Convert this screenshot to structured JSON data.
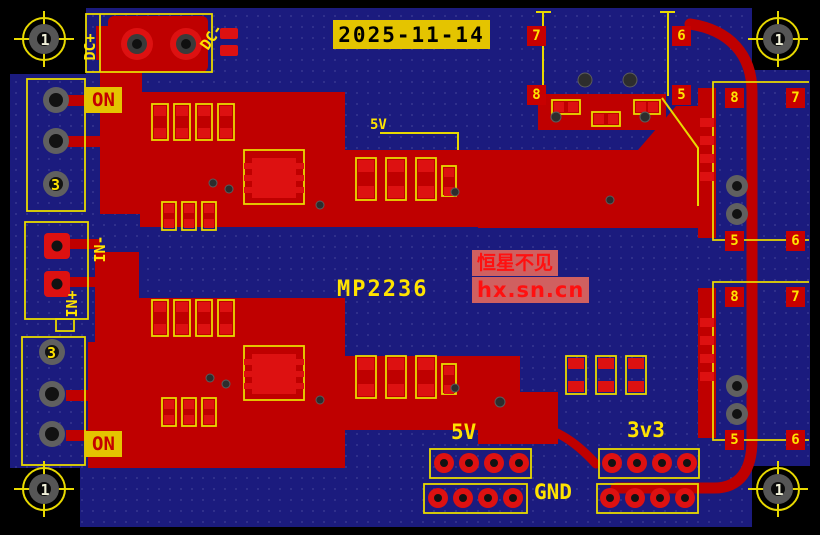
{
  "view": {
    "date": "2025-11-14",
    "part_number": "MP2236",
    "watermark_line1": "恒星不见",
    "watermark_line2": "hx.sn.cn"
  },
  "silkscreen": {
    "dc_plus": "DC+",
    "dc_minus": "DC-",
    "on_upper": "ON",
    "on_lower": "ON",
    "in_minus": "IN-",
    "in_plus": "IN+",
    "net_5v": "5V",
    "header_5v": "5V",
    "header_3v3": "3v3",
    "header_gnd": "GND",
    "mount_hole_label": "1",
    "terminal_pin3_upper": "3",
    "terminal_pin3_lower": "3"
  },
  "pins": {
    "top": [
      "7",
      "6",
      "8",
      "5"
    ],
    "usb_upper": [
      "8",
      "7",
      "5",
      "6"
    ],
    "usb_lower": [
      "8",
      "7",
      "5",
      "6"
    ]
  },
  "colors": {
    "background": "#000000",
    "board": "#1b1b7e",
    "copper": "#bf0000",
    "pad": "#dd1111",
    "silkscreen": "#e8d900",
    "date_bg": "#e4c400",
    "watermark_text": "#ff1010",
    "watermark_bg": "#d06060"
  }
}
